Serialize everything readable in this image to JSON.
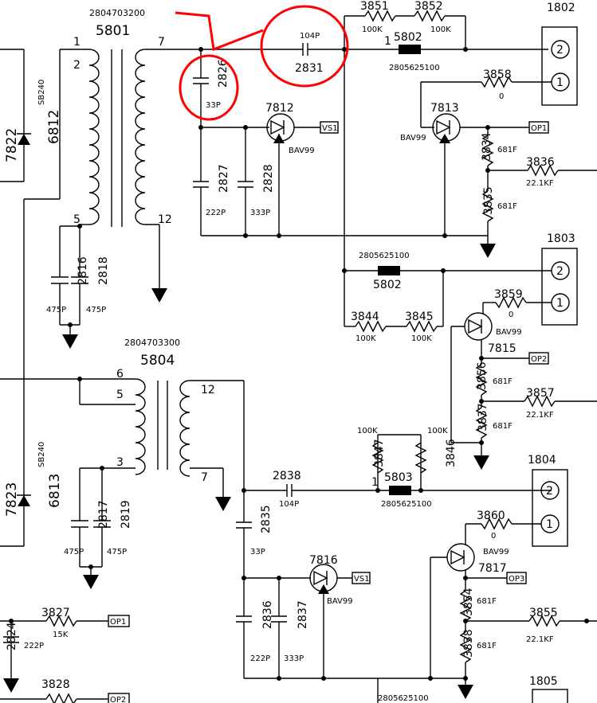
{
  "transformers": {
    "t5801": {
      "ref": "5801",
      "part_number": "2804703200",
      "pins": [
        "1",
        "2",
        "5",
        "7",
        "12"
      ]
    },
    "t5804": {
      "ref": "5804",
      "part_number": "2804703300",
      "pins": [
        "6",
        "5",
        "3",
        "12",
        "7"
      ]
    }
  },
  "capacitors": {
    "c2826": {
      "ref": "2826",
      "value": "33P"
    },
    "c2831": {
      "ref": "2831",
      "value": "104P"
    },
    "c2827": {
      "ref": "2827",
      "value": "222P"
    },
    "c2828": {
      "ref": "2828",
      "value": "333P"
    },
    "c2816": {
      "ref": "2816",
      "value": "475P"
    },
    "c2818": {
      "ref": "2818",
      "value": "475P"
    },
    "c2817": {
      "ref": "2817",
      "value": "475P"
    },
    "c2819": {
      "ref": "2819",
      "value": "475P"
    },
    "c2838": {
      "ref": "2838",
      "value": "104P"
    },
    "c2835": {
      "ref": "2835",
      "value": "33P"
    },
    "c2836": {
      "ref": "2836",
      "value": "222P"
    },
    "c2837": {
      "ref": "2837",
      "value": "333P"
    },
    "c2824": {
      "ref": "2824",
      "value": "222P"
    }
  },
  "resistors": {
    "r3851": {
      "ref": "3851",
      "value": "100K"
    },
    "r3852": {
      "ref": "3852",
      "value": "100K"
    },
    "r3858": {
      "ref": "3858",
      "value": "0"
    },
    "r3834": {
      "ref": "3834",
      "value": "681F"
    },
    "r3835": {
      "ref": "3835",
      "value": "681F"
    },
    "r3836": {
      "ref": "3836",
      "value": "22.1KF"
    },
    "r3844": {
      "ref": "3844",
      "value": "100K"
    },
    "r3845": {
      "ref": "3845",
      "value": "100K"
    },
    "r3859": {
      "ref": "3859",
      "value": "0"
    },
    "r3856": {
      "ref": "3856",
      "value": "681F"
    },
    "r3857": {
      "ref": "3857",
      "value": "22.1KF"
    },
    "r3837": {
      "ref": "3837",
      "value": "681F"
    },
    "r3847": {
      "ref": "3847",
      "value": "100K"
    },
    "r3846": {
      "ref": "3846",
      "value": "100K"
    },
    "r3860": {
      "ref": "3860",
      "value": "0"
    },
    "r3854": {
      "ref": "3854",
      "value": "681F"
    },
    "r3855": {
      "ref": "3855",
      "value": "22.1KF"
    },
    "r3838": {
      "ref": "3838",
      "value": "681F"
    },
    "r3827": {
      "ref": "3827",
      "value": "15K"
    },
    "r3828": {
      "ref": "3828"
    }
  },
  "diodes": {
    "d7812": {
      "ref": "7812",
      "part": "BAV99"
    },
    "d7813": {
      "ref": "7813",
      "part": "BAV99"
    },
    "d7815": {
      "ref": "7815",
      "part": "BAV99"
    },
    "d7816": {
      "ref": "7816",
      "part": "BAV99"
    },
    "d7817": {
      "ref": "7817",
      "part": "BAV99"
    },
    "d6812": {
      "ref": "6812",
      "part": "SB240"
    },
    "d6813": {
      "ref": "6813",
      "part": "SB240"
    },
    "d7822": {
      "ref": "7822"
    },
    "d7823": {
      "ref": "7823"
    }
  },
  "inductors": {
    "l5802a": {
      "ref": "5802",
      "part_number": "2805625100",
      "pin": "1"
    },
    "l5802b": {
      "ref": "5802",
      "part_number": "2805625100"
    },
    "l5803": {
      "ref": "5803",
      "part_number": "2805625100",
      "pin": "1"
    },
    "l_bottom": {
      "part_number": "2805625100"
    }
  },
  "connectors": {
    "j1802": {
      "ref": "1802",
      "pins": [
        "2",
        "1"
      ]
    },
    "j1803": {
      "ref": "1803",
      "pins": [
        "2",
        "1"
      ]
    },
    "j1804": {
      "ref": "1804",
      "pins": [
        "2",
        "1"
      ]
    },
    "j1805": {
      "ref": "1805"
    }
  },
  "net_labels": {
    "vs1_a": "VS1",
    "vs1_b": "VS1",
    "op1_a": "OP1",
    "op2_a": "OP2",
    "op3": "OP3",
    "op1_b": "OP1",
    "op2_b": "OP2"
  },
  "annotation": {
    "color": "#ff0000",
    "highlighted": [
      "2826",
      "2831"
    ]
  }
}
